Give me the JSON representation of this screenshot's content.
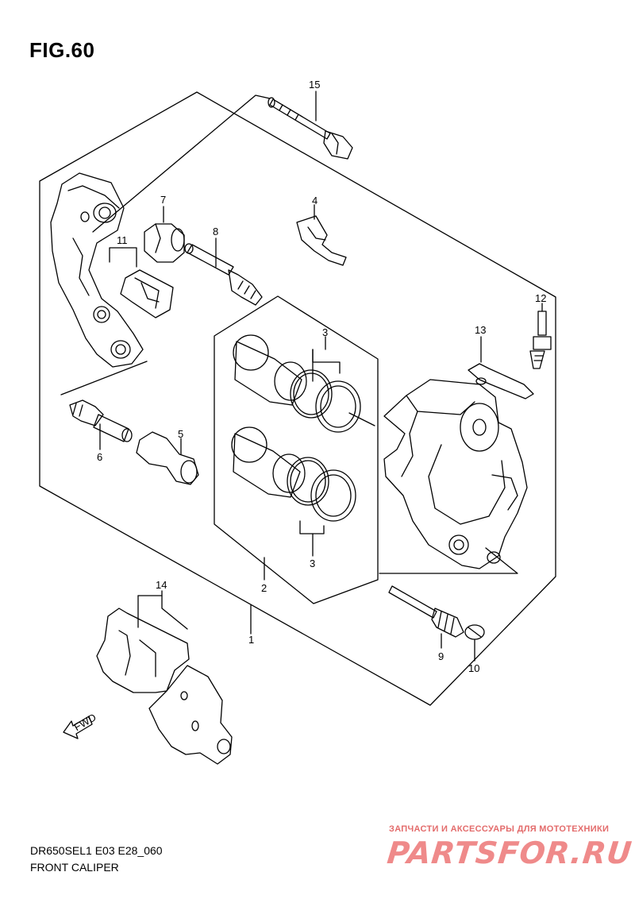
{
  "figure": {
    "title": "FIG.60",
    "model_code": "DR650SEL1 E03 E28_060",
    "name": "FRONT CALIPER"
  },
  "callouts": [
    "1",
    "2",
    "3",
    "3",
    "4",
    "5",
    "6",
    "7",
    "8",
    "9",
    "10",
    "11",
    "12",
    "13",
    "14",
    "15"
  ],
  "arrow_label": "FWD",
  "watermark": {
    "caption": "ЗАПЧАСТИ И АКСЕССУАРЫ ДЛЯ МОТОТЕХНИКИ",
    "logo_text": "PARTSFOR.RU"
  }
}
